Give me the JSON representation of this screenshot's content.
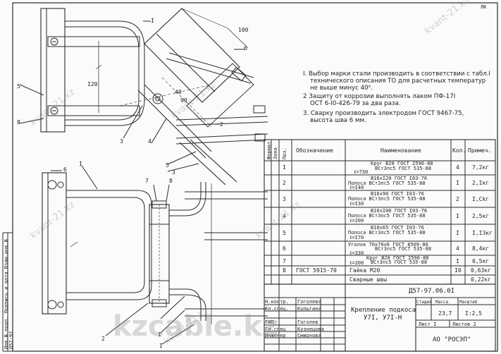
{
  "sheet_ref_top": "ЛК",
  "notes": [
    "I. Выбор марки стали производить в соответствии с табл.I",
    "технического описания ТО для расчетных температур",
    "не выше минус 40⁰.",
    "2 Защиту от коррозии выполнять лаком ПФ-17I",
    "ОСТ 6-I0-426-79 за два раза.",
    "3. Сварку производить электродом ГОСТ 9467-75,",
    "высота шва 6 мм."
  ],
  "drawing_labels": {
    "top_I": "I",
    "top_6": "6",
    "top_5": "5",
    "top_8": "8",
    "top_4": "4",
    "top_3": "3",
    "top_2": "2",
    "dim_100": "100",
    "dim_120": "I20",
    "dim_40": "40",
    "dim_90": "90",
    "bottom_6": "6",
    "bottom_I": "I",
    "bottom_7": "7",
    "bottom_8": "8",
    "bottom_2": "2",
    "bottom_5": "5",
    "bottom_3": "3",
    "bottom_I2": "I",
    "bottom_1ref": "I"
  },
  "spec_table": {
    "headers": [
      "Формат",
      "Зона",
      "Поз.",
      "Обозначение",
      "Наименование",
      "Кол.",
      "Примеч."
    ],
    "rows": [
      {
        "pos": "I",
        "designation": "",
        "name_top": "Круг В20 ГОСТ 2590-88",
        "name_mid": "ВСт3пс5 ГОСТ 535-88",
        "name_bot": "ℓ=730",
        "qty": "4",
        "note": "7,2кг"
      },
      {
        "pos": "2",
        "designation": "",
        "name_top": "В16хI20 ГОСТ I03-76",
        "name_mid": "Полоса ВСт3пс5 ГОСТ 535-88",
        "name_bot": "ℓ=I40",
        "qty": "I",
        "note": "2,Iкг"
      },
      {
        "pos": "3",
        "designation": "",
        "name_top": "В16х90 ГОСТ I03-76",
        "name_mid": "Полоса ВСт3пс5 ГОСТ 535-88",
        "name_bot": "ℓ=I30",
        "qty": "2",
        "note": "I,Сkг"
      },
      {
        "pos": "4",
        "designation": "",
        "name_top": "В16хI00 ГОСТ I03-76",
        "name_mid": "Полоса ВСт3пс5 ГОСТ 535-88",
        "name_bot": "ℓ=200",
        "qty": "I",
        "note": "2,5кг"
      },
      {
        "pos": "5",
        "designation": "",
        "name_top": "В10х65 ГОСТ I03-76",
        "name_mid": "Полоса ВСт3пс5 ГОСТ 535-88",
        "name_bot": "ℓ=I70",
        "qty": "I",
        "note": "I,I3кг"
      },
      {
        "pos": "6",
        "designation": "",
        "name_top": "Уголок 70х70х6 ГОСТ 8509-86",
        "name_mid": "ВСт3пс5 ГОСТ 535-88",
        "name_bot": "ℓ=330",
        "qty": "4",
        "note": "8,4кг"
      },
      {
        "pos": "7",
        "designation": "",
        "name_top": "Круг В20 ГОСТ 2590-88",
        "name_mid": "ВСт3пс5 ГОСТ 535-88",
        "name_bot": "ℓ=200",
        "qty": "I",
        "note": "0,5кг"
      },
      {
        "pos": "8",
        "designation": "ГОСТ 5915-70",
        "name_top": "",
        "name_mid": "Гайка М20",
        "name_bot": "",
        "qty": "I0",
        "note": "0,63кг"
      },
      {
        "pos": "",
        "designation": "",
        "name_top": "",
        "name_mid": "Сварные швы",
        "name_bot": "",
        "qty": "",
        "note": "0,22кг"
      }
    ]
  },
  "title_block": {
    "doc_number": "Д57-97.06.0I",
    "title_line1": "Крепление подкоса",
    "title_line2": "У7I, У7I-Н",
    "stage_hdr": "Стадия",
    "mass_hdr": "Масса",
    "scale_hdr": "Масштаб",
    "mass": "23,7",
    "scale": "I:2,5",
    "sheet_label": "Лист I",
    "sheets_label": "Листов 2",
    "org": "АО \"РОСЭП\"",
    "people": [
      {
        "role": "Н.контр.",
        "name": "Гоголева"
      },
      {
        "role": "Гл.спец.",
        "name": "Кульгина"
      },
      {
        "role": "ГИП",
        "name": "Гоголев"
      },
      {
        "role": "Гл.спец",
        "name": "Кузнецова"
      },
      {
        "role": "Инженер",
        "name": "Смирнова"
      }
    ]
  },
  "side_stamp": {
    "line1": "Инв.№ подл. Подпись и дата Взам.инв.№",
    "line2": "Д57-97"
  },
  "watermarks": [
    "kvant-21.kz",
    "kvant-21.kz",
    "kvant-21.kz",
    "kvant-21.kz",
    "kvant-21.kz",
    "kvant-21.kz",
    "kzcable.kz"
  ]
}
